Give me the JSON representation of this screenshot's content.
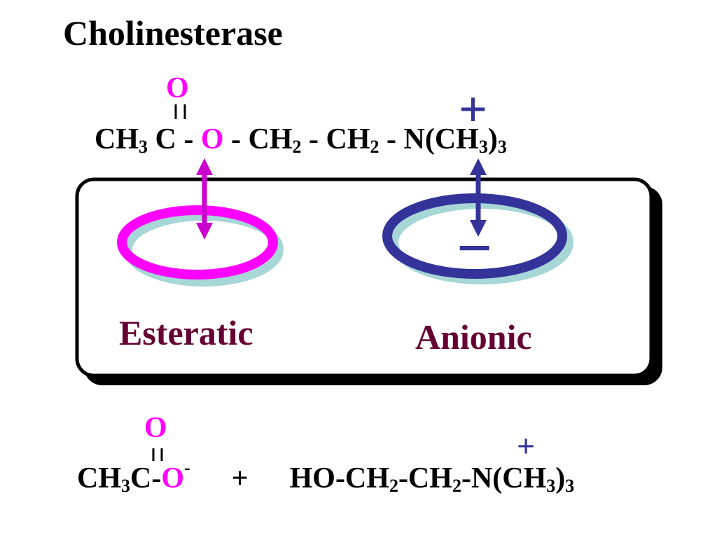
{
  "title": "Cholinesterase",
  "colors": {
    "esteratic": "#ff00ff",
    "anionic": "#333399",
    "label": "#660033",
    "ring_shadow": "#a6d6d6"
  },
  "substrate": {
    "carbonyl_o": "O",
    "plus": "+",
    "ch3": "CH",
    "ch3_sub": "3",
    "c": "C",
    "dash1": "-",
    "ester_o": "O",
    "dash2": "- CH",
    "ch2a_sub": "2",
    "dash3": "- CH",
    "ch2b_sub": "2",
    "dash4": "-",
    "n": "N",
    "n_group": "(CH",
    "n_group_sub": "3",
    "close": ")",
    "close_sub": "3"
  },
  "site_labels": {
    "esteratic": "Esteratic",
    "anionic": "Anionic",
    "minus": "−"
  },
  "products": {
    "carbonyl_o": "O",
    "plus_charge": "+",
    "acetate_ch": "CH",
    "acetate_ch_sub": "3",
    "acetate_c": "C-",
    "acetate_o": "O",
    "acetate_charge": "-",
    "plus_sign": "+",
    "ho_ch": "HO-CH",
    "ho_ch_sub": "2",
    "ch2": "-CH",
    "ch2_sub": "2",
    "dash": "-",
    "n": "N",
    "n_group": "(CH",
    "n_group_sub": "3",
    "close": ")",
    "close_sub": "3"
  }
}
